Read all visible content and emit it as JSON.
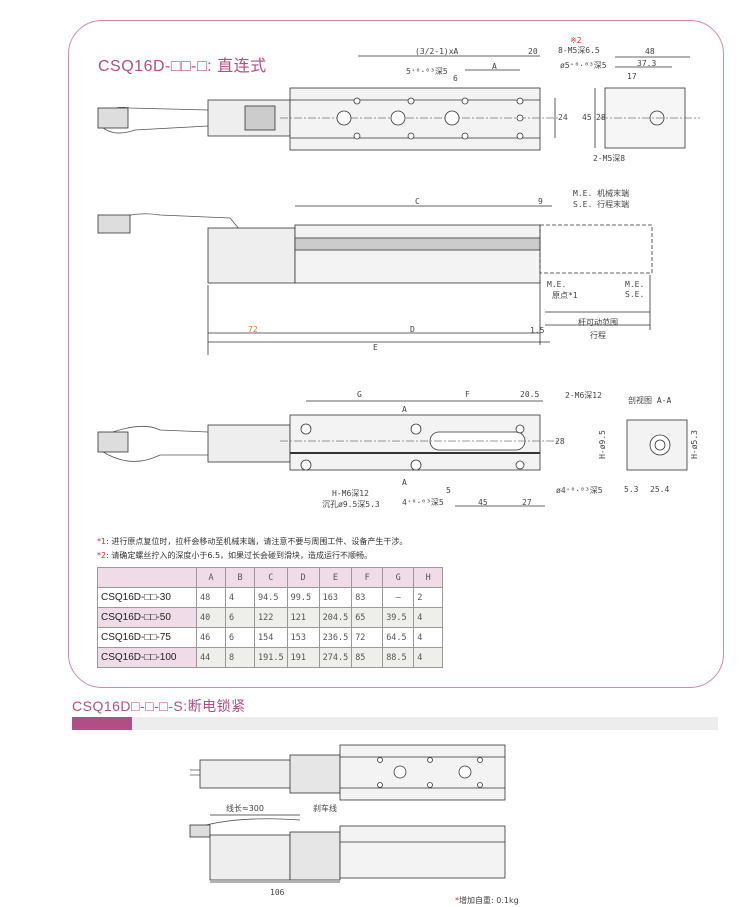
{
  "section1": {
    "title": "CSQ16D-□□-□: 直连式",
    "top_view": {
      "dims": [
        "(3/2-1)xA",
        "20",
        "A",
        "5⁺⁰·⁰³深5",
        "6",
        "※2",
        "8-M5深6.5",
        "ø5⁺⁰·⁰³深5",
        "24",
        "48",
        "37.3",
        "17",
        "45",
        "28",
        "2-M5深8"
      ]
    },
    "side_view": {
      "dims": [
        "C",
        "9",
        "M.E. 机械末端",
        "S.E. 行程末端",
        "M.E.",
        "M.E.",
        "原点*1",
        "S.E.",
        "杆可动范围",
        "行程",
        "72",
        "D",
        "1.5",
        "E"
      ]
    },
    "bottom_view": {
      "dims": [
        "G",
        "F",
        "20.5",
        "2-M6深12",
        "A",
        "A",
        "28",
        "H-M6深12",
        "沉孔ø9.5深5.3",
        "4⁺⁰·⁰³深5",
        "5",
        "45",
        "27",
        "ø4⁺⁰·⁰³深5",
        "剖视图 A-A",
        "H-ø9.5",
        "H-ø5.3",
        "5.3",
        "25.4"
      ]
    },
    "notes": [
      {
        "mark": "*1",
        "text": ": 进行原点复位时，拉杆会移动至机械末端，请注意不要与周围工件、设备产生干涉。"
      },
      {
        "mark": "*2",
        "text": ": 请确定螺丝拧入的深度小于6.5，如果过长会碰到滑块，造成运行不顺畅。"
      }
    ],
    "table": {
      "headers": [
        "",
        "A",
        "B",
        "C",
        "D",
        "E",
        "F",
        "G",
        "H"
      ],
      "rows": [
        [
          "CSQ16D-□□-30",
          "48",
          "4",
          "94.5",
          "99.5",
          "163",
          "83",
          "–",
          "2"
        ],
        [
          "CSQ16D-□□-50",
          "40",
          "6",
          "122",
          "121",
          "204.5",
          "65",
          "39.5",
          "4"
        ],
        [
          "CSQ16D-□□-75",
          "46",
          "6",
          "154",
          "153",
          "236.5",
          "72",
          "64.5",
          "4"
        ],
        [
          "CSQ16D-□□-100",
          "44",
          "8",
          "191.5",
          "191",
          "274.5",
          "85",
          "88.5",
          "4"
        ]
      ]
    }
  },
  "section2": {
    "title": "CSQ16D□-□-□-S:断电锁紧",
    "cable_length": "线长≈300",
    "brake_cable": "刹车线",
    "dim_106": "106",
    "note_mark": "*",
    "note": "增加自重: 0.1kg"
  },
  "colors": {
    "accent": "#b04f86",
    "frame": "#c98bb0",
    "note_red": "#d0342c"
  }
}
